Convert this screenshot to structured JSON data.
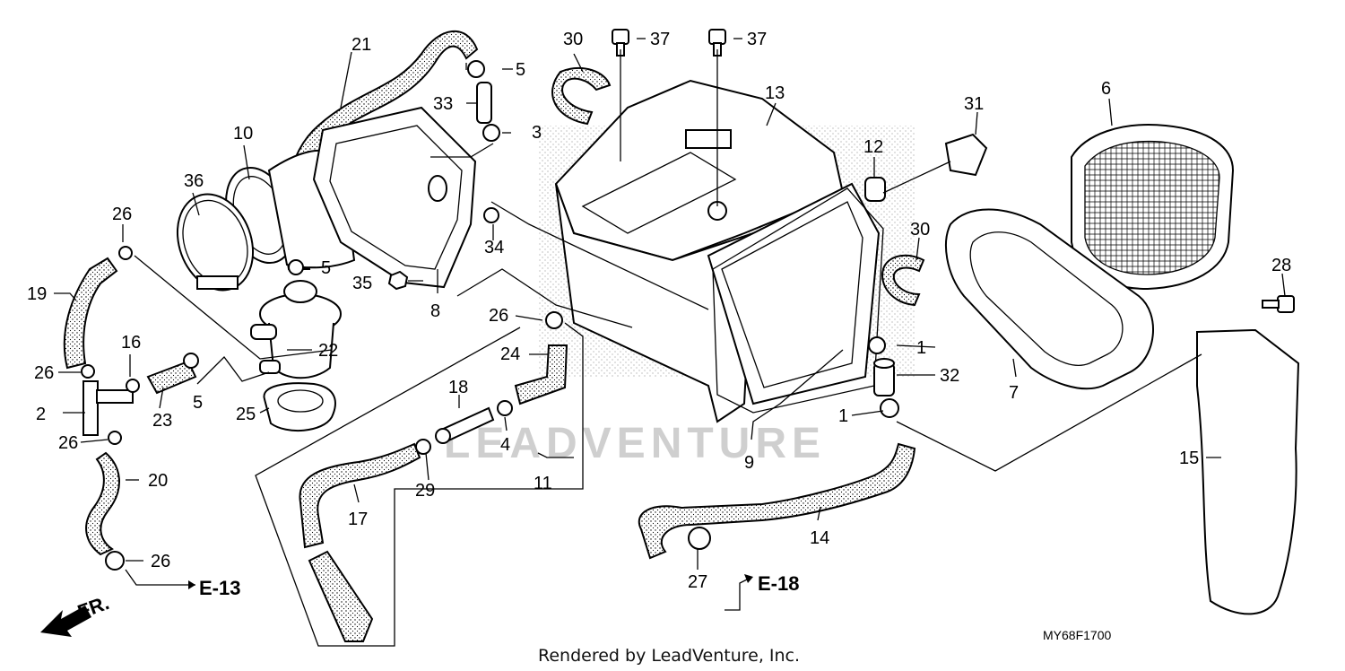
{
  "diagram": {
    "part_labels": {
      "p1a": "1",
      "p1b": "1",
      "p2": "2",
      "p3": "3",
      "p4": "4",
      "p5a": "5",
      "p5b": "5",
      "p5c": "5",
      "p6": "6",
      "p7": "7",
      "p8": "8",
      "p9": "9",
      "p10": "10",
      "p11": "11",
      "p12": "12",
      "p13": "13",
      "p14": "14",
      "p15": "15",
      "p16": "16",
      "p17": "17",
      "p18": "18",
      "p19": "19",
      "p20": "20",
      "p21": "21",
      "p22": "22",
      "p23": "23",
      "p24": "24",
      "p25": "25",
      "p26a": "26",
      "p26b": "26",
      "p26c": "26",
      "p26d": "26",
      "p26e": "26",
      "p27": "27",
      "p28": "28",
      "p29": "29",
      "p30a": "30",
      "p30b": "30",
      "p31": "31",
      "p32": "32",
      "p33": "33",
      "p34": "34",
      "p35": "35",
      "p36": "36",
      "p37a": "37",
      "p37b": "37"
    },
    "ref_e13": "E-13",
    "ref_e18": "E-18",
    "front_marker": "FR.",
    "drawing_code": "MY68F1700",
    "footer": "Rendered by LeadVenture, Inc.",
    "watermark": "LEADVENTURE"
  }
}
